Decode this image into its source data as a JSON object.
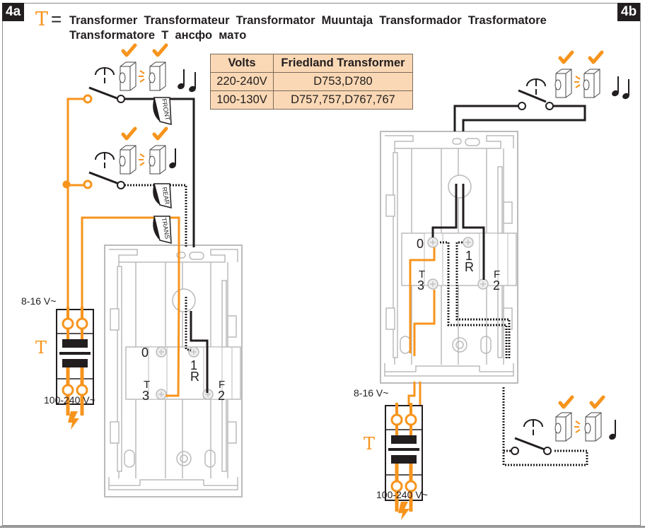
{
  "badges": {
    "left": "4a",
    "right": "4b"
  },
  "legend": {
    "symbol": "T",
    "equals": "=",
    "line1": "Transformer  Transformateur  Transformator  Muuntaja  Transformador  Trasformatore",
    "line2": "Transformatore  T  ансфо  мато"
  },
  "table": {
    "headers": [
      "Volts",
      "Friedland Transformer"
    ],
    "rows": [
      [
        "220-240V",
        "D753,D780"
      ],
      [
        "100-130V",
        "D757,757,D767,767"
      ]
    ]
  },
  "diagram_4a": {
    "tags": [
      "FRONT",
      "REAR",
      "TRANS"
    ],
    "transformer_symbol": "T",
    "secondary_voltage": "8-16 V~",
    "primary_voltage": "100-240 V~",
    "terminals": {
      "t0": "0",
      "t1": "1",
      "tR": "R",
      "tT": "T",
      "t3": "3",
      "tF": "F",
      "t2": "2"
    },
    "chimes": [
      "ding-dong (2 notes)",
      "ding (1 note)"
    ]
  },
  "diagram_4b": {
    "transformer_symbol": "T",
    "secondary_voltage": "8-16 V~",
    "primary_voltage": "100-240 V~",
    "terminals": {
      "t0": "0",
      "t1": "1",
      "tR": "R",
      "tT": "T",
      "t3": "3",
      "tF": "F",
      "t2": "2"
    },
    "chimes": [
      "ding-dong (2 notes)",
      "ding (1 note)"
    ]
  },
  "colors": {
    "orange": "#f7941d",
    "black": "#221e1f",
    "gray": "#b8b8b8",
    "table_fill": "#fbd8b5"
  }
}
